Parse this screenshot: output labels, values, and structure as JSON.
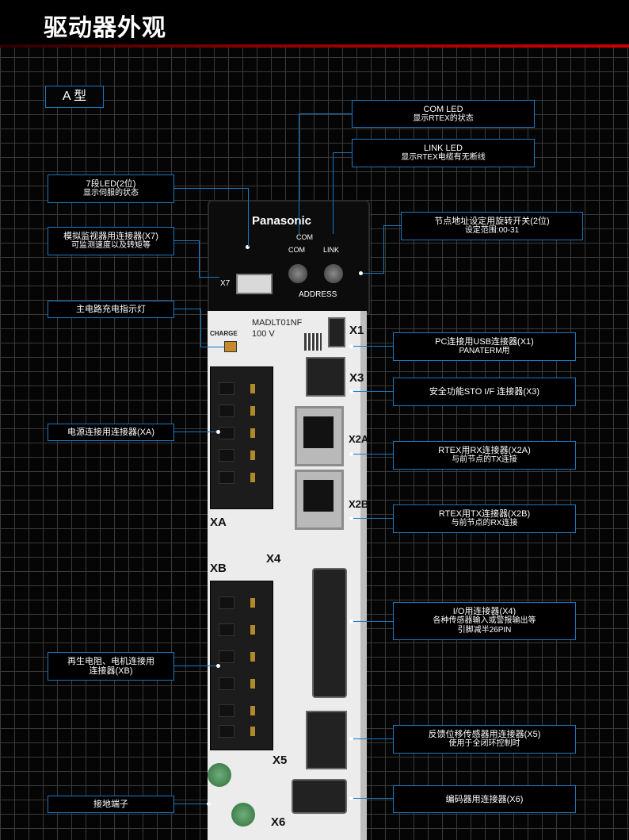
{
  "page": {
    "title": "驱动器外观",
    "type_label": "A 型"
  },
  "device": {
    "brand": "Panasonic",
    "com_label": "COM",
    "link_label": "LINK",
    "address_label": "ADDRESS",
    "x7_label": "X7",
    "charge_label": "CHARGE",
    "model": "MADLT01NF",
    "voltage": "100 V",
    "port_labels": {
      "x1": "X1",
      "x3": "X3",
      "x2a": "X2A",
      "x2b": "X2B",
      "xa": "XA",
      "xb": "XB",
      "x4": "X4",
      "x5": "X5",
      "x6": "X6"
    }
  },
  "callouts": {
    "com_led": {
      "line1": "COM LED",
      "line2": "显示RTEX的状态"
    },
    "link_led": {
      "line1": "LINK LED",
      "line2": "显示RTEX电缆有无断线"
    },
    "seg_led": {
      "line1": "7段LED(2位)",
      "line2": "显示伺服的状态"
    },
    "node_switch": {
      "line1": "节点地址设定用旋转开关(2位)",
      "line2": "设定范围:00-31"
    },
    "x7": {
      "line1": "模拟监视器用连接器(X7)",
      "line2": "可监测速度以及转矩等"
    },
    "charge": {
      "line1": "主电路充电指示灯"
    },
    "x1": {
      "line1": "PC连接用USB连接器(X1)",
      "line2": "PANATERM用"
    },
    "x3": {
      "line1": "安全功能STO I/F 连接器(X3)"
    },
    "xa": {
      "line1": "电源连接用连接器(XA)"
    },
    "x2a": {
      "line1": "RTEX用RX连接器(X2A)",
      "line2": "与前节点的TX连接"
    },
    "x2b": {
      "line1": "RTEX用TX连接器(X2B)",
      "line2": "与前节点的RX连接"
    },
    "x4": {
      "line1": "I/O用连接器(X4)",
      "line2": "各种传感器输入或警报输出等",
      "line3": "引脚减半26PIN"
    },
    "xb": {
      "line1": "再生电阻、电机连接用",
      "line2": "连接器(XB)"
    },
    "x5": {
      "line1": "反馈位移传感器用连接器(X5)",
      "line2": "使用于全闭环控制时"
    },
    "ground": {
      "line1": "接地端子"
    },
    "x6": {
      "line1": "编码器用连接器(X6)"
    }
  },
  "colors": {
    "accent": "#1a78c2",
    "title_bar_line": "#d00000",
    "background": "#050505"
  }
}
